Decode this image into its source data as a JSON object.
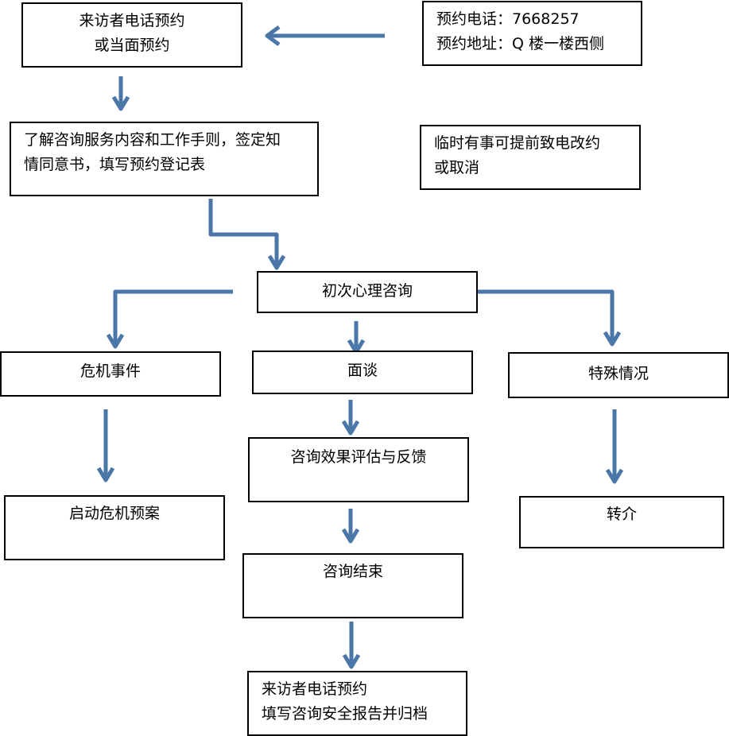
{
  "nodes": {
    "appointment": {
      "lines": [
        "来访者电话预约",
        "或当面预约"
      ]
    },
    "contact_info": {
      "lines": [
        "预约电话：7668257",
        "预约地址：Q 楼一楼西侧"
      ]
    },
    "consent": {
      "lines": [
        "了解咨询服务内容和工作手则，签定知",
        "情同意书，填写预约登记表"
      ]
    },
    "reschedule": {
      "lines": [
        "临时有事可提前致电改约",
        "或取消"
      ]
    },
    "initial": {
      "text": "初次心理咨询"
    },
    "crisis": {
      "text": "危机事件"
    },
    "interview": {
      "text": "面谈"
    },
    "special": {
      "text": "特殊情况"
    },
    "crisis_plan": {
      "text": "启动危机预案"
    },
    "evaluation": {
      "text": "咨询效果评估与反馈"
    },
    "referral": {
      "text": "转介"
    },
    "end": {
      "text": "咨询结束"
    },
    "archive": {
      "lines": [
        "来访者电话预约",
        "填写咨询安全报告并归档"
      ]
    }
  },
  "colors": {
    "arrow": "#4a76a8",
    "border": "#000000"
  }
}
